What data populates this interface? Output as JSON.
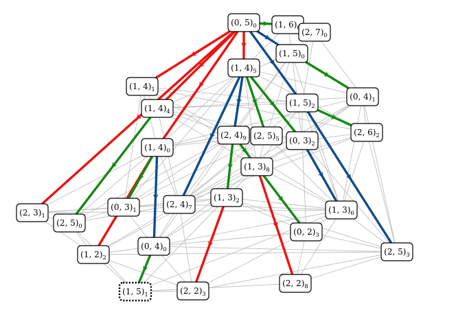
{
  "colors": {
    "red": "#ee1111",
    "green": "#138a12",
    "blue": "#0f4c8c",
    "gray": "#bfbfbf"
  },
  "nodes": [
    {
      "id": "n05_0",
      "label": "(0, 5)",
      "sub": "0"
    },
    {
      "id": "n16_0",
      "label": "(1, 6)",
      "sub": "0"
    },
    {
      "id": "n27_0",
      "label": "(2, 7)",
      "sub": "0"
    },
    {
      "id": "n15_0",
      "label": "(1, 5)",
      "sub": "0"
    },
    {
      "id": "n14_5",
      "label": "(1, 4)",
      "sub": "5"
    },
    {
      "id": "n14_1",
      "label": "(1, 4)",
      "sub": "1"
    },
    {
      "id": "n04_1",
      "label": "(0, 4)",
      "sub": "1"
    },
    {
      "id": "n14_4",
      "label": "(1, 4)",
      "sub": "4"
    },
    {
      "id": "n15_2",
      "label": "(1, 5)",
      "sub": "2"
    },
    {
      "id": "n26_2",
      "label": "(2, 6)",
      "sub": "2"
    },
    {
      "id": "n24_9",
      "label": "(2, 4)",
      "sub": "9"
    },
    {
      "id": "n25_5",
      "label": "(2, 5)",
      "sub": "5"
    },
    {
      "id": "n03_2",
      "label": "(0, 3)",
      "sub": "2"
    },
    {
      "id": "n14_0",
      "label": "(1, 4)",
      "sub": "0"
    },
    {
      "id": "n13_8",
      "label": "(1, 3)",
      "sub": "8"
    },
    {
      "id": "n13_2",
      "label": "(1, 3)",
      "sub": "2"
    },
    {
      "id": "n23_1",
      "label": "(2, 3)",
      "sub": "1"
    },
    {
      "id": "n03_1",
      "label": "(0, 3)",
      "sub": "1"
    },
    {
      "id": "n24_7",
      "label": "(2, 4)",
      "sub": "7"
    },
    {
      "id": "n13_6",
      "label": "(1, 3)",
      "sub": "6"
    },
    {
      "id": "n25_0",
      "label": "(2, 5)",
      "sub": "0"
    },
    {
      "id": "n02_3",
      "label": "(0, 2)",
      "sub": "3"
    },
    {
      "id": "n12_2",
      "label": "(1, 2)",
      "sub": "2"
    },
    {
      "id": "n04_0",
      "label": "(0, 4)",
      "sub": "0"
    },
    {
      "id": "n25_3",
      "label": "(2, 5)",
      "sub": "3"
    },
    {
      "id": "n15_1",
      "label": "(1, 5)",
      "sub": "1",
      "style": "start"
    },
    {
      "id": "n22_3",
      "label": "(2, 2)",
      "sub": "3"
    },
    {
      "id": "n22_8",
      "label": "(2, 2)",
      "sub": "8"
    }
  ],
  "paths": [
    {
      "color": "red",
      "edges": [
        [
          "n05_0",
          "n23_1"
        ],
        [
          "n05_0",
          "n14_1"
        ],
        [
          "n05_0",
          "n14_4"
        ],
        [
          "n05_0",
          "n14_0"
        ],
        [
          "n05_0",
          "n14_5"
        ],
        [
          "n14_0",
          "n12_2"
        ]
      ]
    },
    {
      "color": "red",
      "edges": [
        [
          "n13_2",
          "n22_3"
        ],
        [
          "n13_8",
          "n22_8"
        ]
      ]
    },
    {
      "color": "green",
      "edges": [
        [
          "n05_0",
          "n16_0"
        ],
        [
          "n15_0",
          "n04_1"
        ],
        [
          "n15_2",
          "n26_2"
        ],
        [
          "n14_5",
          "n03_2"
        ],
        [
          "n14_5",
          "n25_5"
        ],
        [
          "n14_4",
          "n25_0"
        ],
        [
          "n14_0",
          "n03_1"
        ],
        [
          "n24_9",
          "n13_8"
        ],
        [
          "n24_9",
          "n13_2"
        ],
        [
          "n13_8",
          "n02_3"
        ],
        [
          "n04_0",
          "n15_1"
        ]
      ]
    },
    {
      "color": "blue",
      "edges": [
        [
          "n05_0",
          "n15_0"
        ],
        [
          "n05_0",
          "n15_2"
        ],
        [
          "n15_2",
          "n25_3"
        ],
        [
          "n14_5",
          "n24_9"
        ],
        [
          "n14_5",
          "n24_7"
        ],
        [
          "n03_2",
          "n13_6"
        ],
        [
          "n14_0",
          "n04_0"
        ]
      ]
    }
  ],
  "gray_edges": [
    [
      "n14_1",
      "n14_4"
    ],
    [
      "n14_1",
      "n24_9"
    ],
    [
      "n14_1",
      "n13_6"
    ],
    [
      "n14_1",
      "n15_2"
    ],
    [
      "n14_1",
      "n03_1"
    ],
    [
      "n14_1",
      "n26_2"
    ],
    [
      "n14_4",
      "n15_2"
    ],
    [
      "n14_4",
      "n24_9"
    ],
    [
      "n14_4",
      "n03_2"
    ],
    [
      "n14_4",
      "n13_8"
    ],
    [
      "n14_4",
      "n24_7"
    ],
    [
      "n14_4",
      "n04_1"
    ],
    [
      "n14_5",
      "n04_1"
    ],
    [
      "n14_5",
      "n26_2"
    ],
    [
      "n14_5",
      "n14_0"
    ],
    [
      "n14_5",
      "n13_8"
    ],
    [
      "n14_5",
      "n13_2"
    ],
    [
      "n14_5",
      "n03_1"
    ],
    [
      "n15_0",
      "n24_9"
    ],
    [
      "n15_0",
      "n25_5"
    ],
    [
      "n15_0",
      "n14_4"
    ],
    [
      "n15_0",
      "n03_2"
    ],
    [
      "n15_0",
      "n24_7"
    ],
    [
      "n15_0",
      "n13_6"
    ],
    [
      "n27_0",
      "n04_1"
    ],
    [
      "n27_0",
      "n15_2"
    ],
    [
      "n16_0",
      "n15_0"
    ],
    [
      "n16_0",
      "n14_5"
    ],
    [
      "n04_1",
      "n26_2"
    ],
    [
      "n04_1",
      "n03_2"
    ],
    [
      "n04_1",
      "n13_8"
    ],
    [
      "n04_1",
      "n24_7"
    ],
    [
      "n04_1",
      "n25_3"
    ],
    [
      "n26_2",
      "n13_8"
    ],
    [
      "n26_2",
      "n13_6"
    ],
    [
      "n26_2",
      "n25_3"
    ],
    [
      "n26_2",
      "n03_2"
    ],
    [
      "n24_9",
      "n14_0"
    ],
    [
      "n24_9",
      "n03_1"
    ],
    [
      "n24_9",
      "n25_0"
    ],
    [
      "n24_9",
      "n04_0"
    ],
    [
      "n24_9",
      "n02_3"
    ],
    [
      "n25_5",
      "n24_9"
    ],
    [
      "n25_5",
      "n13_8"
    ],
    [
      "n25_5",
      "n03_1"
    ],
    [
      "n25_5",
      "n24_7"
    ],
    [
      "n25_5",
      "n13_6"
    ],
    [
      "n03_2",
      "n13_8"
    ],
    [
      "n03_2",
      "n24_7"
    ],
    [
      "n03_2",
      "n02_3"
    ],
    [
      "n03_2",
      "n25_3"
    ],
    [
      "n14_0",
      "n24_9"
    ],
    [
      "n14_0",
      "n25_5"
    ],
    [
      "n14_0",
      "n24_7"
    ],
    [
      "n14_0",
      "n23_1"
    ],
    [
      "n14_0",
      "n25_0"
    ],
    [
      "n13_8",
      "n13_2"
    ],
    [
      "n13_8",
      "n04_0"
    ],
    [
      "n13_8",
      "n13_6"
    ],
    [
      "n13_8",
      "n12_2"
    ],
    [
      "n13_2",
      "n03_1"
    ],
    [
      "n13_2",
      "n24_7"
    ],
    [
      "n13_2",
      "n02_3"
    ],
    [
      "n13_2",
      "n13_6"
    ],
    [
      "n13_2",
      "n04_0"
    ],
    [
      "n13_2",
      "n15_1"
    ],
    [
      "n23_1",
      "n03_1"
    ],
    [
      "n23_1",
      "n24_7"
    ],
    [
      "n23_1",
      "n13_6"
    ],
    [
      "n23_1",
      "n25_0"
    ],
    [
      "n23_1",
      "n12_2"
    ],
    [
      "n03_1",
      "n24_7"
    ],
    [
      "n03_1",
      "n25_0"
    ],
    [
      "n03_1",
      "n12_2"
    ],
    [
      "n03_1",
      "n04_0"
    ],
    [
      "n24_7",
      "n04_0"
    ],
    [
      "n24_7",
      "n13_6"
    ],
    [
      "n24_7",
      "n22_3"
    ],
    [
      "n24_7",
      "n12_2"
    ],
    [
      "n13_6",
      "n02_3"
    ],
    [
      "n13_6",
      "n25_3"
    ],
    [
      "n13_6",
      "n22_8"
    ],
    [
      "n13_6",
      "n04_0"
    ],
    [
      "n02_3",
      "n25_3"
    ],
    [
      "n02_3",
      "n22_8"
    ],
    [
      "n02_3",
      "n22_3"
    ],
    [
      "n02_3",
      "n04_0"
    ],
    [
      "n25_0",
      "n12_2"
    ],
    [
      "n25_0",
      "n24_7"
    ],
    [
      "n12_2",
      "n04_0"
    ],
    [
      "n12_2",
      "n15_1"
    ],
    [
      "n12_2",
      "n22_3"
    ],
    [
      "n12_2",
      "n25_3"
    ],
    [
      "n04_0",
      "n22_3"
    ],
    [
      "n04_0",
      "n25_3"
    ],
    [
      "n04_0",
      "n02_3"
    ],
    [
      "n22_3",
      "n25_3"
    ],
    [
      "n22_8",
      "n25_3"
    ],
    [
      "n15_1",
      "n22_8"
    ],
    [
      "n15_1",
      "n25_0"
    ],
    [
      "n15_1",
      "n13_6"
    ],
    [
      "n22_3",
      "n15_1"
    ],
    [
      "n15_2",
      "n13_8"
    ],
    [
      "n15_2",
      "n24_7"
    ],
    [
      "n15_2",
      "n03_2"
    ],
    [
      "n15_2",
      "n13_6"
    ],
    [
      "n25_5",
      "n03_2"
    ],
    [
      "n14_1",
      "n14_0"
    ],
    [
      "n04_1",
      "n14_0"
    ],
    [
      "n26_2",
      "n24_7"
    ],
    [
      "n13_6",
      "n04_1"
    ],
    [
      "n25_3",
      "n13_2"
    ]
  ]
}
